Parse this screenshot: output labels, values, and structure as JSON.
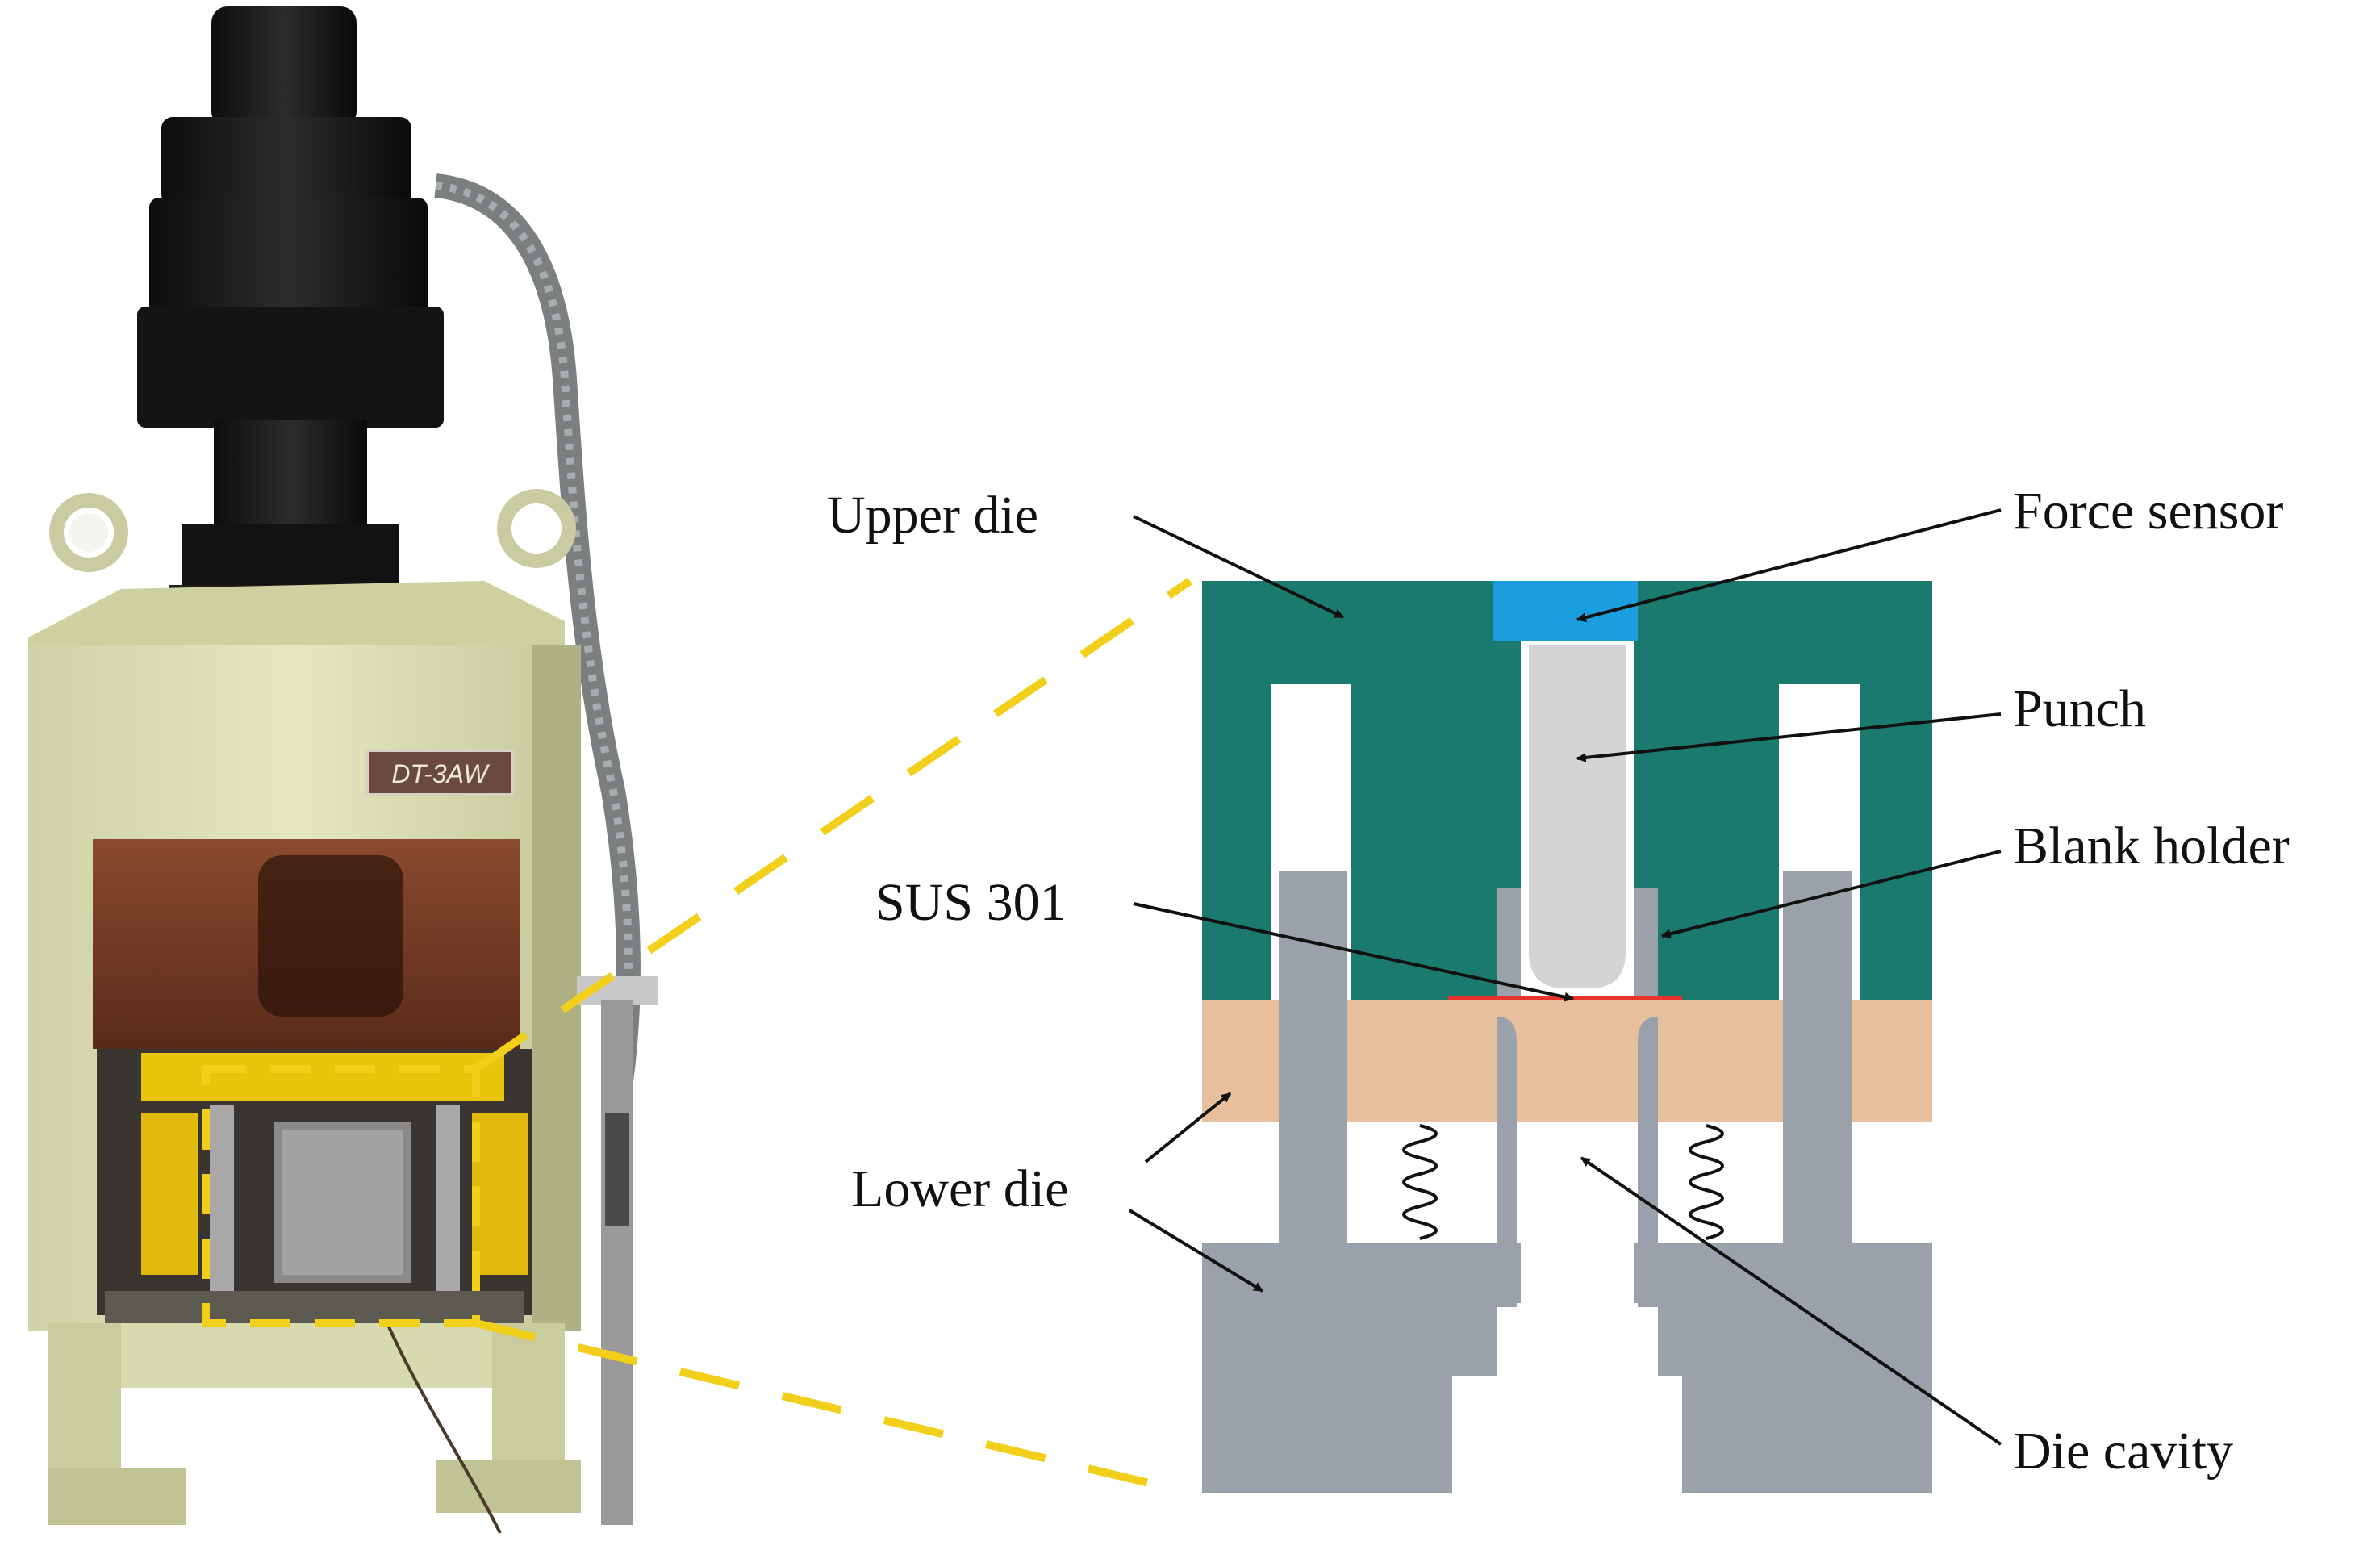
{
  "photo": {
    "nameplate": "DT-3AW"
  },
  "labels": {
    "upper_die": "Upper die",
    "force_sensor": "Force sensor",
    "punch": "Punch",
    "blank_holder": "Blank holder",
    "sus301": "SUS 301",
    "lower_die": "Lower die",
    "die_cavity": "Die cavity"
  },
  "colors": {
    "upper_die": "#1a7a6e",
    "force_sensor": "#1a9ee0",
    "punch": "#d4d4d4",
    "blank_holder": "#9aa1aa",
    "lower_plate": "#e8bf9c",
    "lower_die": "#9aa1aa",
    "sheet": "#e8322e",
    "zoom_lines": "#f2cf1a",
    "machine_frame": "#dfe2b8"
  }
}
